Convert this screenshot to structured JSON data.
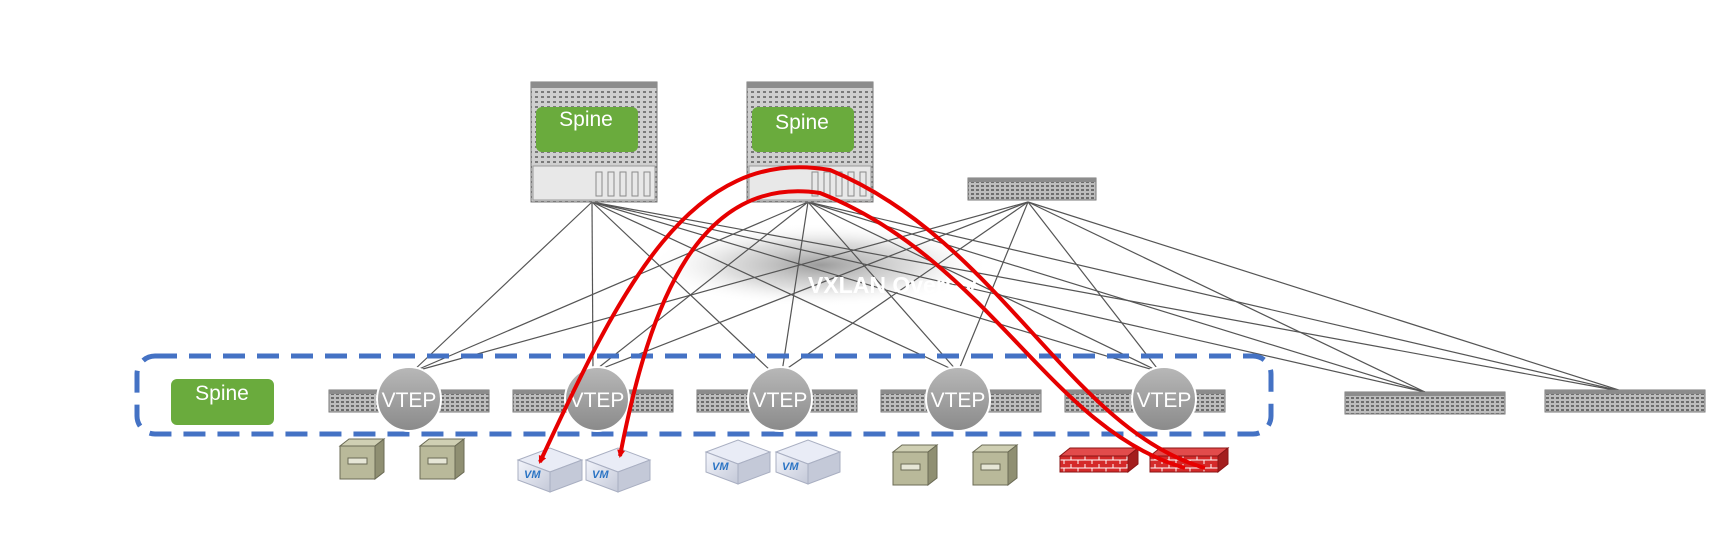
{
  "diagram": {
    "spine_label": "Spine",
    "vtep_label": "VTEP",
    "overlay_label": "VXLAN Overlay",
    "vm_label": "VM",
    "colors": {
      "spine_green": "#6aab3d",
      "vtep_gray": "#9e9e9e",
      "dashed_border": "#4472c4",
      "traffic_arrow": "#e60000",
      "firewall_red": "#d42a2a",
      "link_gray": "#555555"
    }
  }
}
